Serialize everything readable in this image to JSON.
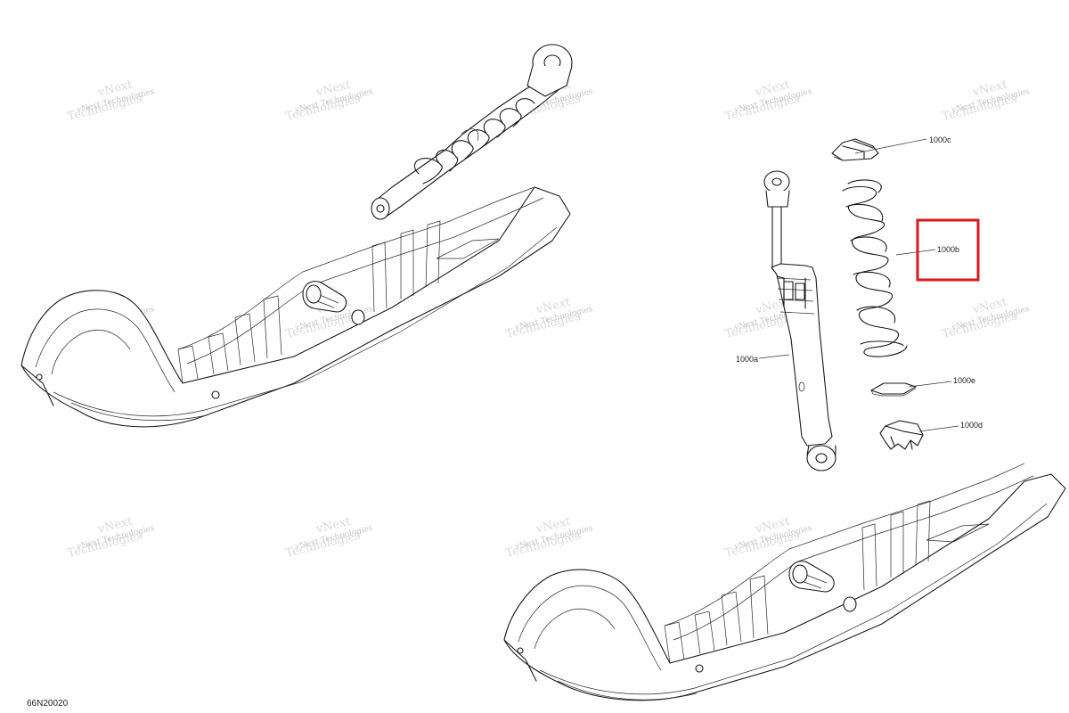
{
  "diagram": {
    "code": "66N20020",
    "watermark": [
      "vNext",
      "Technologies"
    ],
    "callouts": {
      "c1000a": "1000a",
      "c1000b": "1000b",
      "c1000c": "1000c",
      "c1000d": "1000d",
      "c1000e": "1000e"
    },
    "highlighted_callout": "1000b",
    "highlight_color": "#d71920"
  }
}
